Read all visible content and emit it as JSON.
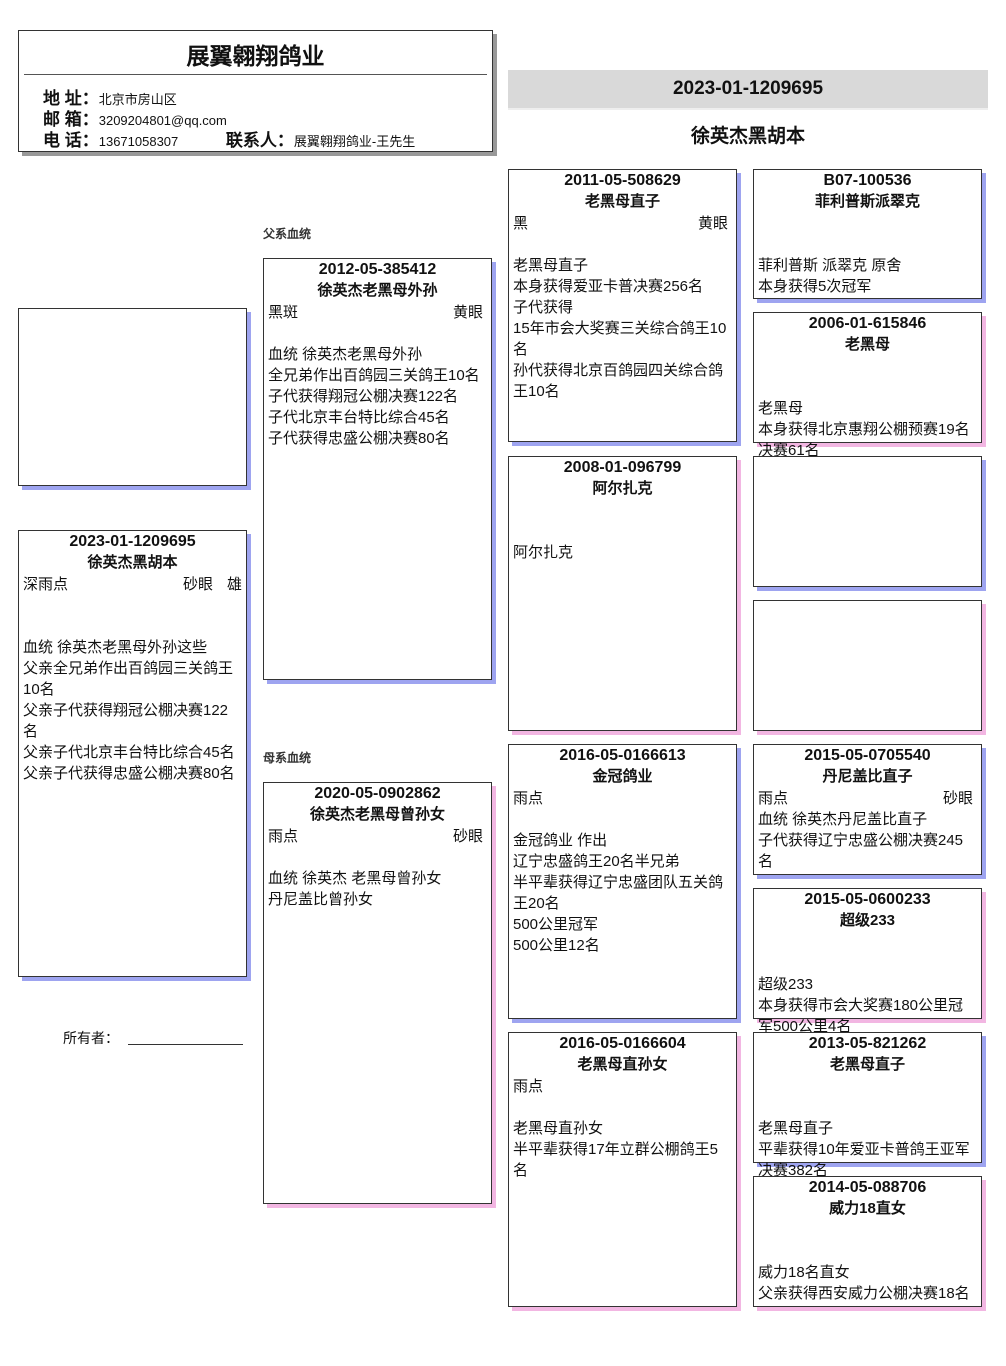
{
  "header": {
    "title": "展翼翱翔鸽业",
    "address_label": "地 址：",
    "address": "北京市房山区",
    "email_label": "邮 箱：",
    "email": "3209204801@qq.com",
    "phone_label": "电 话：",
    "phone": "13671058307",
    "contact_label": "联系人：",
    "contact": "展翼翱翔鸽业-王先生"
  },
  "subject_band": "2023-01-1209695",
  "subject_title": "徐英杰黑胡本",
  "sire_label": "父系血统",
  "dam_label": "母系血统",
  "owner_label": "所有者：",
  "colors": {
    "male_shadow": "#9ea4f0",
    "female_shadow": "#f2b6e2"
  },
  "cards": [
    {
      "id": "photo",
      "ring": "",
      "name": "",
      "color": "",
      "eye": "",
      "sex": "",
      "body": ""
    },
    {
      "id": "subject",
      "ring": "2023-01-1209695",
      "name": "徐英杰黑胡本",
      "color": "深雨点",
      "eye": "砂眼",
      "sex": "雄",
      "body": "血统 徐英杰老黑母外孙这些\n父亲全兄弟作出百鸽园三关鸽王10名\n父亲子代获得翔冠公棚决赛122名\n父亲子代北京丰台特比综合45名\n父亲子代获得忠盛公棚决赛80名"
    },
    {
      "id": "sire",
      "ring": "2012-05-385412",
      "name": "徐英杰老黑母外孙",
      "color": "黑斑",
      "eye": "黄眼",
      "sex": "",
      "body": "血统 徐英杰老黑母外孙\n全兄弟作出百鸽园三关鸽王10名\n子代获得翔冠公棚决赛122名\n子代北京丰台特比综合45名\n子代获得忠盛公棚决赛80名"
    },
    {
      "id": "dam",
      "ring": "2020-05-0902862",
      "name": "徐英杰老黑母曾孙女",
      "color": "雨点",
      "eye": "砂眼",
      "sex": "",
      "body": "血统 徐英杰 老黑母曾孙女\n丹尼盖比曾孙女"
    },
    {
      "id": "ss",
      "ring": "2011-05-508629",
      "name": "老黑母直子",
      "color": "黑",
      "eye": "黄眼",
      "sex": "",
      "body": "老黑母直子\n本身获得爱亚卡普决赛256名\n子代获得\n15年市会大奖赛三关综合鸽王10名\n孙代获得北京百鸽园四关综合鸽王10名"
    },
    {
      "id": "sd",
      "ring": "2008-01-096799",
      "name": "阿尔扎克",
      "color": "",
      "eye": "",
      "sex": "",
      "body": "阿尔扎克"
    },
    {
      "id": "ds",
      "ring": "2016-05-0166613",
      "name": "金冠鸽业",
      "color": "雨点",
      "eye": "",
      "sex": "",
      "body": "金冠鸽业 作出\n辽宁忠盛鸽王20名半兄弟\n半平辈获得辽宁忠盛团队五关鸽王20名\n500公里冠军\n500公里12名"
    },
    {
      "id": "dd",
      "ring": "2016-05-0166604",
      "name": "老黑母直孙女",
      "color": "雨点",
      "eye": "",
      "sex": "",
      "body": "老黑母直孙女\n半平辈获得17年立群公棚鸽王5名"
    },
    {
      "id": "sss",
      "ring": "B07-100536",
      "name": "菲利普斯派翠克",
      "color": "",
      "eye": "",
      "sex": "",
      "body": "菲利普斯 派翠克 原舍\n本身获得5次冠军"
    },
    {
      "id": "ssd",
      "ring": "2006-01-615846",
      "name": "老黑母",
      "color": "",
      "eye": "",
      "sex": "",
      "body": "老黑母\n本身获得北京惠翔公棚预赛19名 决赛61名"
    },
    {
      "id": "sds",
      "ring": "",
      "name": "",
      "color": "",
      "eye": "",
      "sex": "",
      "body": ""
    },
    {
      "id": "sdd",
      "ring": "",
      "name": "",
      "color": "",
      "eye": "",
      "sex": "",
      "body": ""
    },
    {
      "id": "dss",
      "ring": "2015-05-0705540",
      "name": "丹尼盖比直子",
      "color": "雨点",
      "eye": "砂眼",
      "sex": "",
      "body": "血统 徐英杰丹尼盖比直子\n子代获得辽宁忠盛公棚决赛245名",
      "nogap": true
    },
    {
      "id": "dsd",
      "ring": "2015-05-0600233",
      "name": "超级233",
      "color": "",
      "eye": "",
      "sex": "",
      "body": "超级233\n本身获得市会大奖赛180公里冠军500公里4名"
    },
    {
      "id": "dds",
      "ring": "2013-05-821262",
      "name": "老黑母直子",
      "color": "",
      "eye": "",
      "sex": "",
      "body": "老黑母直子\n平辈获得10年爱亚卡普鸽王亚军 决赛382名"
    },
    {
      "id": "ddd",
      "ring": "2014-05-088706",
      "name": "威力18直女",
      "color": "",
      "eye": "",
      "sex": "",
      "body": "威力18名直女\n父亲获得西安威力公棚决赛18名"
    }
  ]
}
